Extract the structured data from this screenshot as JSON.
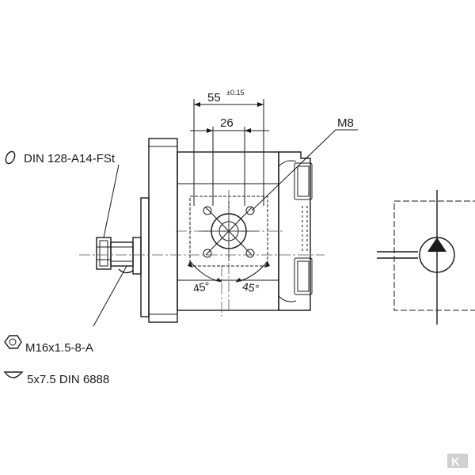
{
  "dimensions": {
    "bolt_spacing": "55",
    "bolt_spacing_tol": "±0.15",
    "inner_spacing": "26",
    "angle_left": "45°",
    "angle_right": "45°"
  },
  "callouts": {
    "thread": "M8",
    "ring": "DIN 128-A14-FSt",
    "nut": "M16x1.5-8-A",
    "key": "5x7.5 DIN 6888"
  },
  "logo": {
    "text": "K"
  },
  "colors": {
    "line": "#1a1a1a",
    "logo": "#d0d0d0",
    "pump_fill": "#1a1a1a"
  }
}
